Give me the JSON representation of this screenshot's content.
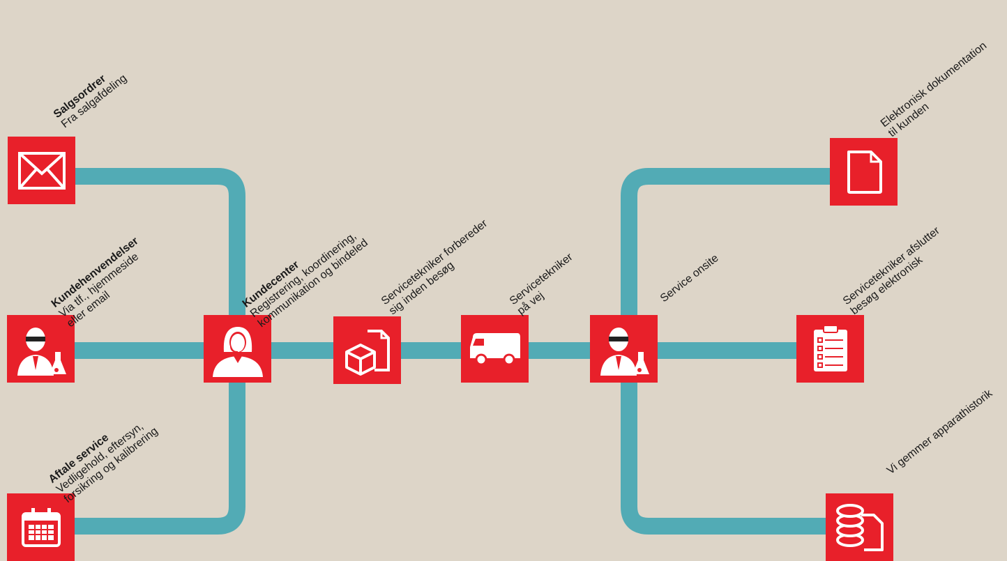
{
  "colors": {
    "background": "#ddd5c8",
    "line": "#52abb5",
    "node": "#e8202a"
  },
  "nodes": [
    {
      "id": "salgsordrer",
      "icon": "envelope-icon",
      "title": "Salgsordrer",
      "lines": [
        "Fra salgafdeling"
      ]
    },
    {
      "id": "kundehenvendelser",
      "icon": "technician-icon",
      "title": "Kundehenvendelser",
      "lines": [
        "Via tlf., hjemmeside",
        "eller email"
      ]
    },
    {
      "id": "aftale-service",
      "icon": "calendar-icon",
      "title": "Aftale service",
      "lines": [
        "Vedligehold, eftersyn,",
        "forsikring og kalibrering"
      ]
    },
    {
      "id": "kundecenter",
      "icon": "operator-icon",
      "title": "Kundecenter",
      "lines": [
        "Registrering, koordinering,",
        "kommunikation og bindeled"
      ]
    },
    {
      "id": "forbereder",
      "icon": "box-document-icon",
      "title": "",
      "lines": [
        "Servicetekniker forbereder",
        "sig inden besøg"
      ]
    },
    {
      "id": "paa-vej",
      "icon": "van-icon",
      "title": "",
      "lines": [
        "Servicetekniker",
        "på vej"
      ]
    },
    {
      "id": "onsite",
      "icon": "technician-icon",
      "title": "",
      "lines": [
        "Service onsite"
      ]
    },
    {
      "id": "dokumentation",
      "icon": "document-icon",
      "title": "",
      "lines": [
        "Elektronisk dokumentation",
        "til kunden"
      ]
    },
    {
      "id": "afslutter",
      "icon": "checklist-icon",
      "title": "",
      "lines": [
        "Servicetekniker afslutter",
        "besøg elektronisk"
      ]
    },
    {
      "id": "historik",
      "icon": "database-document-icon",
      "title": "",
      "lines": [
        "Vi gemmer apparathistorik"
      ]
    }
  ]
}
